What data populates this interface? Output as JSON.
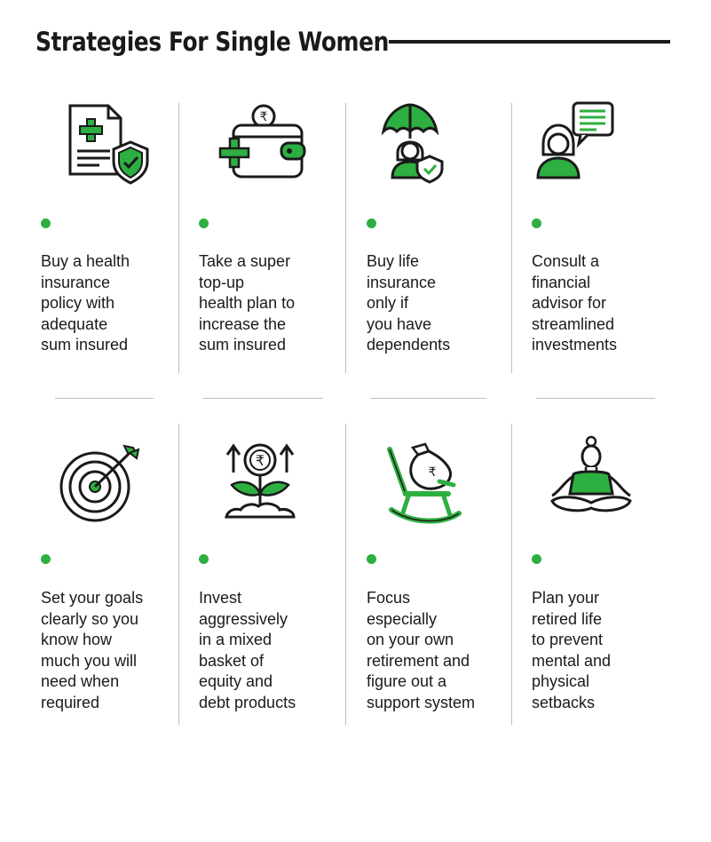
{
  "title": "Strategies For Single Women",
  "colors": {
    "accent": "#2eaf41",
    "ink": "#1a1a1a",
    "divider": "#bdbdbd"
  },
  "strategies": [
    {
      "icon": "health-document-shield-icon",
      "text": "Buy a health\ninsurance\npolicy with\nadequate\nsum insured"
    },
    {
      "icon": "wallet-health-plus-icon",
      "text": "Take a super\ntop-up\nhealth plan to\nincrease the\nsum insured"
    },
    {
      "icon": "woman-umbrella-shield-icon",
      "text": "Buy life\ninsurance\nonly if\nyou have\ndependents"
    },
    {
      "icon": "advisor-speech-bubble-icon",
      "text": "Consult a\nfinancial\nadvisor for\nstreamlined\ninvestments"
    },
    {
      "icon": "target-arrow-icon",
      "text": "Set your goals\nclearly so you\nknow how\nmuch you will\nneed when\nrequired"
    },
    {
      "icon": "rupee-plant-growth-icon",
      "text": "Invest\naggressively\nin a mixed\nbasket of\nequity and\ndebt products"
    },
    {
      "icon": "rocking-chair-money-bag-icon",
      "text": "Focus\nespecially\non your own\nretirement and\nfigure out a\nsupport system"
    },
    {
      "icon": "meditation-woman-icon",
      "text": "Plan your\nretired life\nto prevent\nmental and\nphysical\nsetbacks"
    }
  ]
}
